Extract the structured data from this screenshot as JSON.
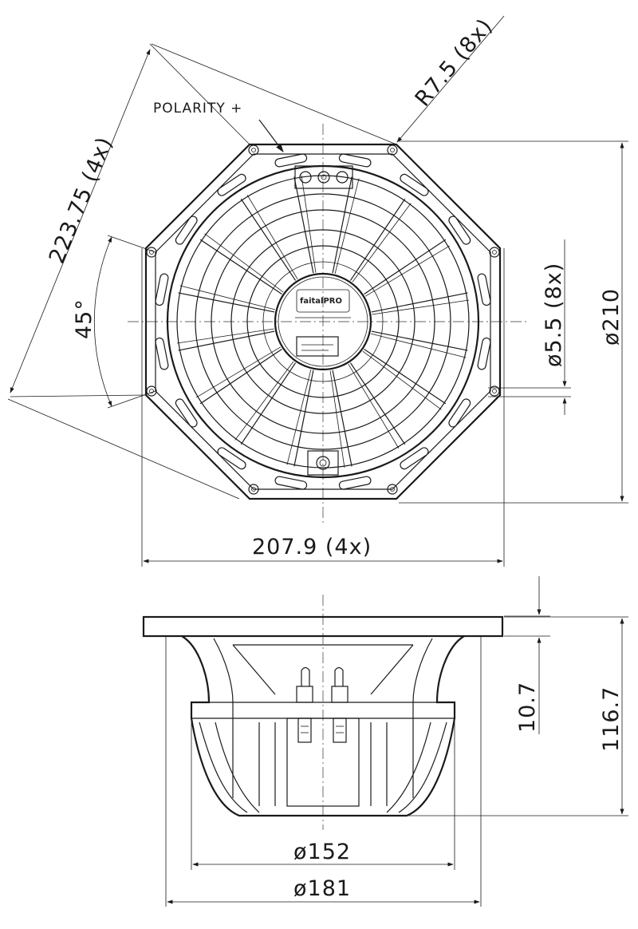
{
  "front_view": {
    "diagonal_dimension": "223.75 (4x)",
    "corner_radius": "R7.5 (8x)",
    "polarity_label": "POLARITY +",
    "angle": "45°",
    "hole_diameter": "ø5.5 (8x)",
    "outer_diameter": "ø210",
    "flat_width": "207.9 (4x)",
    "logo_text": "faitalPRO"
  },
  "side_view": {
    "flange_thickness": "10.7",
    "overall_depth": "116.7",
    "magnet_diameter": "ø152",
    "baffle_cutout_diameter": "ø181"
  }
}
